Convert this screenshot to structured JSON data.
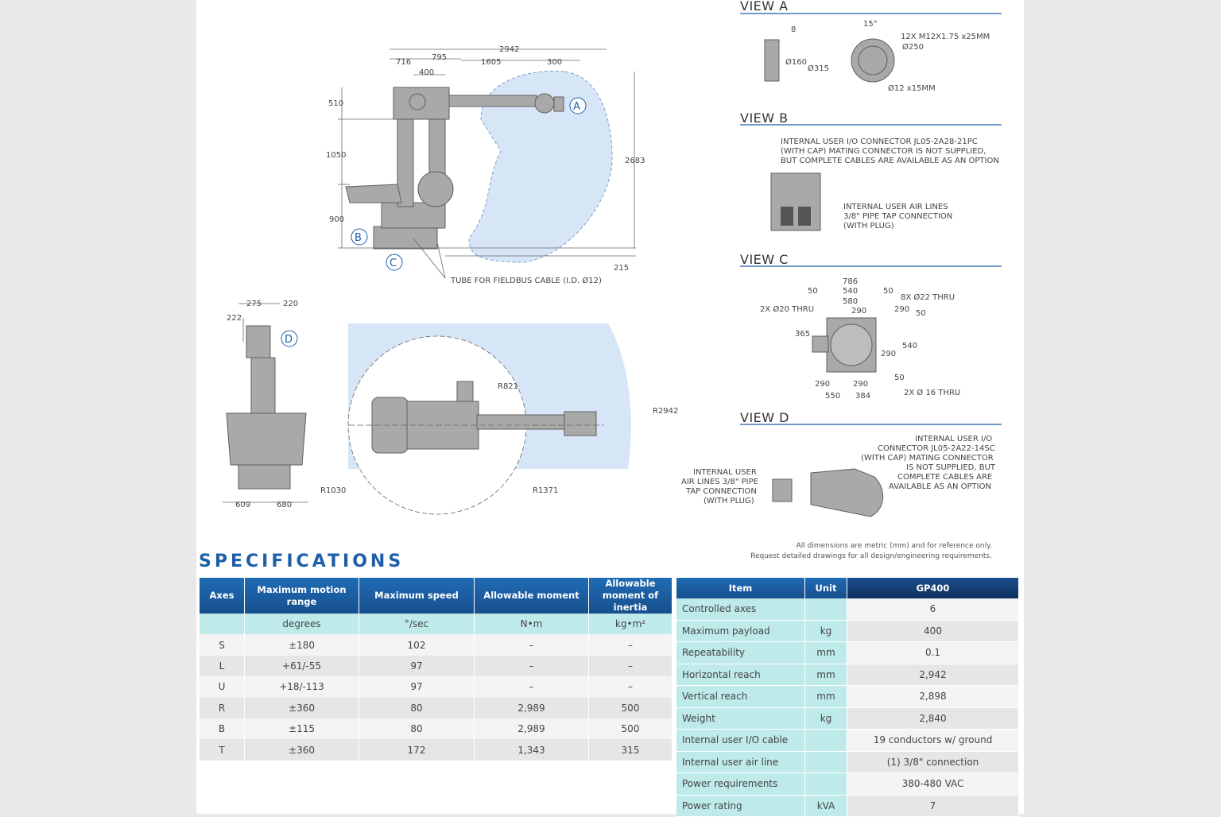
{
  "drawing": {
    "side_view": {
      "dims": {
        "d2942": "2942",
        "d795": "795",
        "d716": "716",
        "d1605": "1605",
        "d300": "300",
        "d400": "400",
        "d510": "510",
        "d1050": "1050",
        "d900": "900",
        "d2683": "2683",
        "d215": "215"
      },
      "callouts": {
        "a": "A",
        "b": "B",
        "c": "C"
      },
      "tube_note": "TUBE FOR FIELDBUS CABLE (I.D. Ø12)"
    },
    "front_view": {
      "dims": {
        "d275": "275",
        "d220": "220",
        "d222": "222",
        "d609": "609",
        "d680": "680"
      },
      "callout_d": "D"
    },
    "top_view": {
      "dims": {
        "r821": "R821",
        "r2942": "R2942",
        "r1030": "R1030",
        "r1371": "R1371"
      }
    },
    "view_a": {
      "title": "VIEW A",
      "labels": {
        "d8": "8",
        "d160": "Ø160",
        "d315": "Ø315",
        "d15": "15°",
        "bolts": "12X M12X1.75 x25MM",
        "d250": "Ø250",
        "d12": "Ø12   x15MM"
      }
    },
    "view_b": {
      "title": "VIEW B",
      "connector_note": [
        "INTERNAL USER I/O CONNECTOR JL05-2A28-21PC",
        "(WITH CAP) MATING CONNECTOR IS NOT SUPPLIED,",
        "BUT COMPLETE CABLES ARE AVAILABLE AS AN OPTION"
      ],
      "air_note": [
        "INTERNAL USER AIR LINES",
        "3/8\" PIPE TAP CONNECTION",
        "(WITH PLUG)"
      ]
    },
    "view_c": {
      "title": "VIEW C",
      "labels": {
        "d786": "786",
        "d540t": "540",
        "d580": "580",
        "d290t": "290",
        "d50a": "50",
        "d50b": "50",
        "thru22": "8X Ø22 THRU",
        "thru20": "2X Ø20 THRU",
        "d290r": "290",
        "d50c": "50",
        "d365": "365",
        "d540r": "540",
        "d290m": "290",
        "d50d": "50",
        "d290bl": "290",
        "d290br": "290",
        "d550": "550",
        "d384": "384",
        "thru16": "2X Ø 16 THRU"
      }
    },
    "view_d": {
      "title": "VIEW D",
      "air_note": [
        "INTERNAL USER",
        "AIR LINES 3/8\" PIPE",
        "TAP CONNECTION",
        "(WITH PLUG)"
      ],
      "connector_note": [
        "INTERNAL USER I/O",
        "CONNECTOR JL05-2A22-14SC",
        "(WITH CAP) MATING CONNECTOR",
        "IS NOT SUPPLIED, BUT",
        "COMPLETE CABLES ARE",
        "AVAILABLE AS AN OPTION"
      ]
    },
    "disclaimer": [
      "All dimensions are metric (mm) and for reference only.",
      "Request detailed drawings for all design/engineering requirements."
    ]
  },
  "specifications": {
    "heading": "SPECIFICATIONS",
    "axes_table": {
      "headers": [
        "Axes",
        "Maximum motion range",
        "Maximum speed",
        "Allowable moment",
        "Allowable moment of inertia"
      ],
      "units": [
        "",
        "degrees",
        "°/sec",
        "N•m",
        "kg•m²"
      ],
      "rows": [
        [
          "S",
          "±180",
          "102",
          "–",
          "–"
        ],
        [
          "L",
          "+61/-55",
          "97",
          "–",
          "–"
        ],
        [
          "U",
          "+18/-113",
          "97",
          "–",
          "–"
        ],
        [
          "R",
          "±360",
          "80",
          "2,989",
          "500"
        ],
        [
          "B",
          "±115",
          "80",
          "2,989",
          "500"
        ],
        [
          "T",
          "±360",
          "172",
          "1,343",
          "315"
        ]
      ]
    },
    "spec_table": {
      "headers": [
        "Item",
        "Unit",
        "GP400"
      ],
      "rows": [
        [
          "Controlled axes",
          "",
          "6"
        ],
        [
          "Maximum payload",
          "kg",
          "400"
        ],
        [
          "Repeatability",
          "mm",
          "0.1"
        ],
        [
          "Horizontal reach",
          "mm",
          "2,942"
        ],
        [
          "Vertical reach",
          "mm",
          "2,898"
        ],
        [
          "Weight",
          "kg",
          "2,840"
        ],
        [
          "Internal user I/O cable",
          "",
          "19 conductors w/ ground"
        ],
        [
          "Internal user air line",
          "",
          "(1) 3/8\" connection"
        ],
        [
          "Power requirements",
          "",
          "380-480 VAC"
        ],
        [
          "Power rating",
          "kVA",
          "7"
        ]
      ]
    }
  },
  "colors": {
    "heading_blue": "#1d5fa8",
    "header_blue": "#1f6cb5",
    "teal": "#bfeaea",
    "envelope": "#d6e6f7",
    "robot_gray": "#a9a9a9"
  }
}
